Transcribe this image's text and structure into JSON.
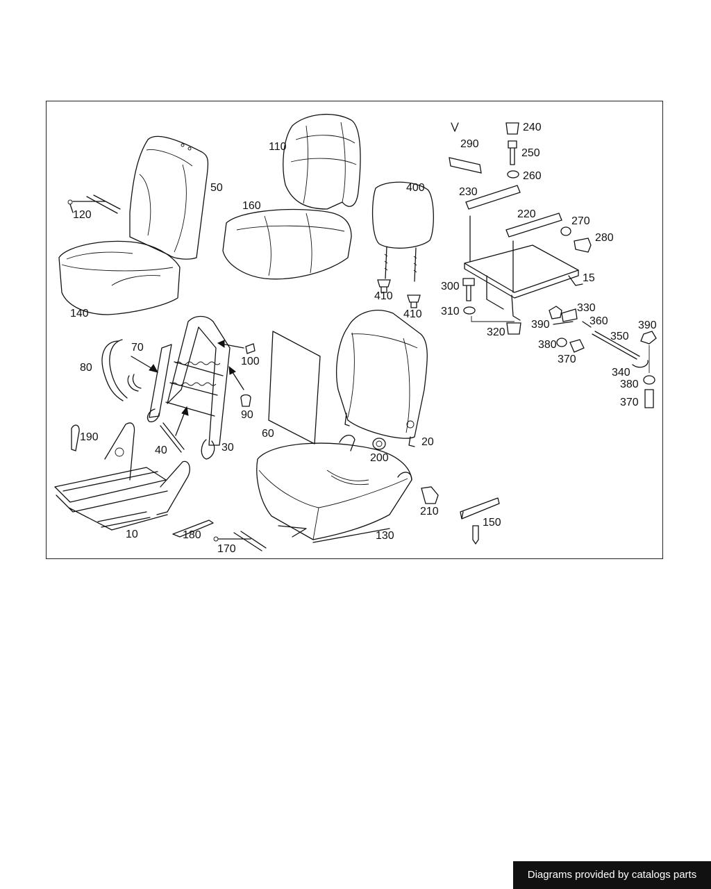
{
  "credit": {
    "text": "Diagrams provided by catalogs parts"
  },
  "callouts": [
    {
      "id": "c10",
      "text": "10"
    },
    {
      "id": "c15",
      "text": "15"
    },
    {
      "id": "c20",
      "text": "20"
    },
    {
      "id": "c30",
      "text": "30"
    },
    {
      "id": "c40",
      "text": "40"
    },
    {
      "id": "c50",
      "text": "50"
    },
    {
      "id": "c60",
      "text": "60"
    },
    {
      "id": "c70",
      "text": "70"
    },
    {
      "id": "c80",
      "text": "80"
    },
    {
      "id": "c90",
      "text": "90"
    },
    {
      "id": "c100",
      "text": "100"
    },
    {
      "id": "c110",
      "text": "110"
    },
    {
      "id": "c120",
      "text": "120"
    },
    {
      "id": "c130",
      "text": "130"
    },
    {
      "id": "c140",
      "text": "140"
    },
    {
      "id": "c150",
      "text": "150"
    },
    {
      "id": "c160",
      "text": "160"
    },
    {
      "id": "c170",
      "text": "170"
    },
    {
      "id": "c180",
      "text": "180"
    },
    {
      "id": "c190",
      "text": "190"
    },
    {
      "id": "c200",
      "text": "200"
    },
    {
      "id": "c210",
      "text": "210"
    },
    {
      "id": "c220",
      "text": "220"
    },
    {
      "id": "c230",
      "text": "230"
    },
    {
      "id": "c240",
      "text": "240"
    },
    {
      "id": "c250",
      "text": "250"
    },
    {
      "id": "c260",
      "text": "260"
    },
    {
      "id": "c270",
      "text": "270"
    },
    {
      "id": "c280",
      "text": "280"
    },
    {
      "id": "c290",
      "text": "290"
    },
    {
      "id": "c300",
      "text": "300"
    },
    {
      "id": "c310",
      "text": "310"
    },
    {
      "id": "c320",
      "text": "320"
    },
    {
      "id": "c330",
      "text": "330"
    },
    {
      "id": "c340",
      "text": "340"
    },
    {
      "id": "c350",
      "text": "350"
    },
    {
      "id": "c360",
      "text": "360"
    },
    {
      "id": "c370a",
      "text": "370"
    },
    {
      "id": "c370b",
      "text": "370"
    },
    {
      "id": "c380a",
      "text": "380"
    },
    {
      "id": "c380b",
      "text": "380"
    },
    {
      "id": "c390a",
      "text": "390"
    },
    {
      "id": "c390b",
      "text": "390"
    },
    {
      "id": "c400",
      "text": "400"
    },
    {
      "id": "c410a",
      "text": "410"
    },
    {
      "id": "c410b",
      "text": "410"
    }
  ]
}
